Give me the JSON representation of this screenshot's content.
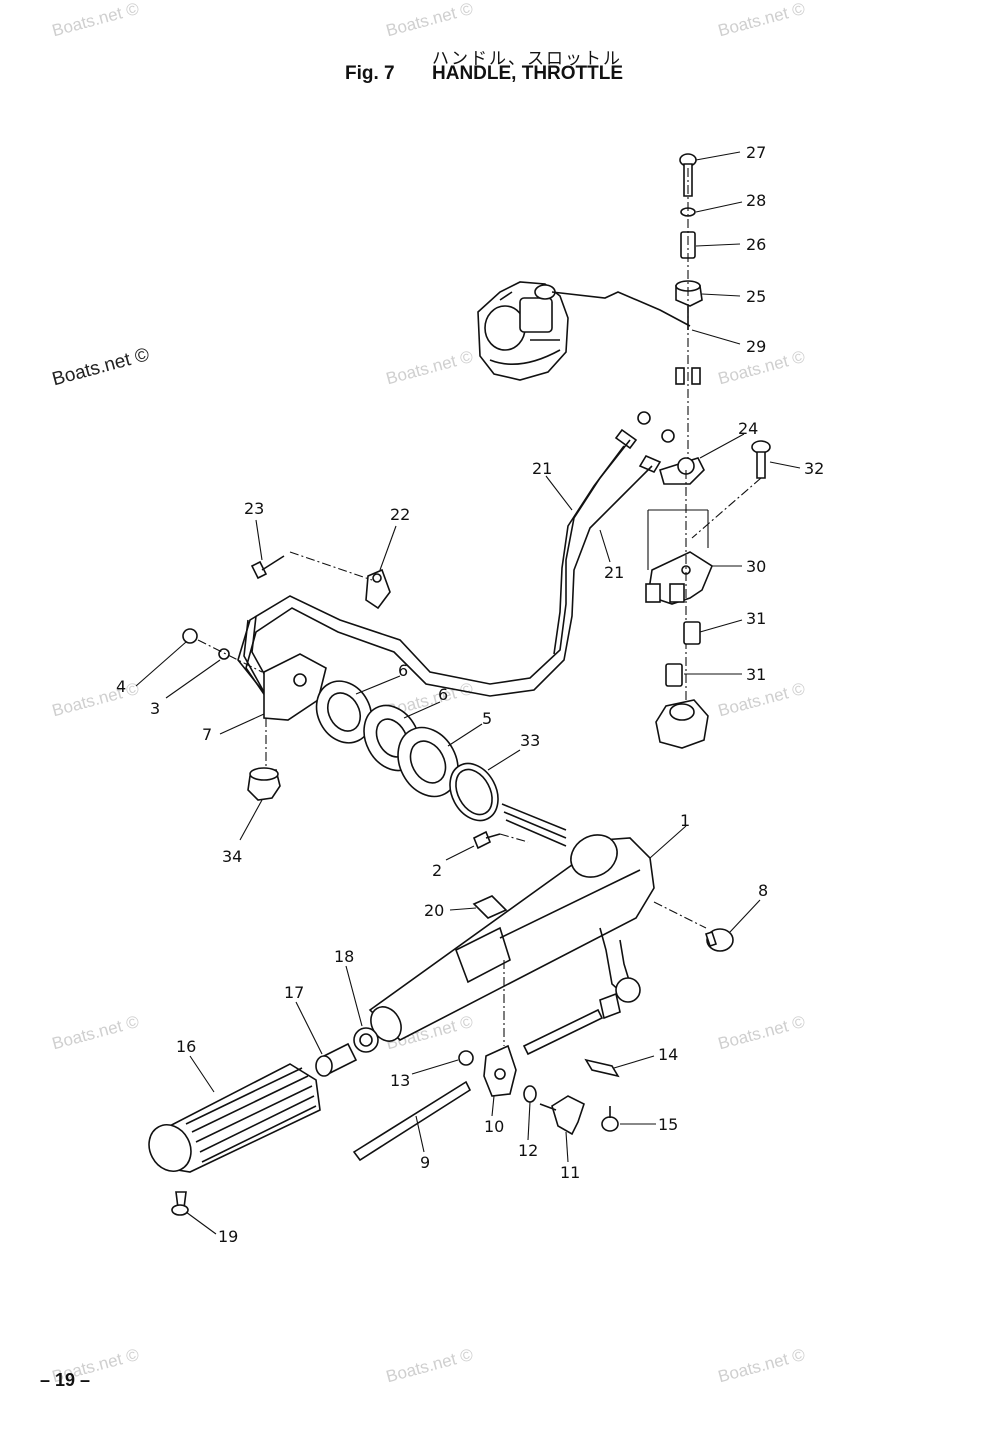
{
  "header": {
    "jp_title": "ハンドル、スロットル",
    "fig_label": "Fig. 7",
    "fig_title": "HANDLE, THROTTLE"
  },
  "watermark": "Boats.net ©",
  "page_number": "– 19 –",
  "callouts": [
    {
      "id": "c1",
      "text": "1"
    },
    {
      "id": "c2",
      "text": "2"
    },
    {
      "id": "c3",
      "text": "3"
    },
    {
      "id": "c4",
      "text": "4"
    },
    {
      "id": "c5",
      "text": "5"
    },
    {
      "id": "c6a",
      "text": "6"
    },
    {
      "id": "c6b",
      "text": "6"
    },
    {
      "id": "c7",
      "text": "7"
    },
    {
      "id": "c8",
      "text": "8"
    },
    {
      "id": "c9",
      "text": "9"
    },
    {
      "id": "c10",
      "text": "10"
    },
    {
      "id": "c11",
      "text": "11"
    },
    {
      "id": "c12",
      "text": "12"
    },
    {
      "id": "c13",
      "text": "13"
    },
    {
      "id": "c14",
      "text": "14"
    },
    {
      "id": "c15",
      "text": "15"
    },
    {
      "id": "c16",
      "text": "16"
    },
    {
      "id": "c17",
      "text": "17"
    },
    {
      "id": "c18",
      "text": "18"
    },
    {
      "id": "c19",
      "text": "19"
    },
    {
      "id": "c20",
      "text": "20"
    },
    {
      "id": "c21a",
      "text": "21"
    },
    {
      "id": "c21b",
      "text": "21"
    },
    {
      "id": "c22",
      "text": "22"
    },
    {
      "id": "c23",
      "text": "23"
    },
    {
      "id": "c24",
      "text": "24"
    },
    {
      "id": "c25",
      "text": "25"
    },
    {
      "id": "c26",
      "text": "26"
    },
    {
      "id": "c27",
      "text": "27"
    },
    {
      "id": "c28",
      "text": "28"
    },
    {
      "id": "c29",
      "text": "29"
    },
    {
      "id": "c30",
      "text": "30"
    },
    {
      "id": "c31a",
      "text": "31"
    },
    {
      "id": "c31b",
      "text": "31"
    },
    {
      "id": "c32",
      "text": "32"
    },
    {
      "id": "c33",
      "text": "33"
    },
    {
      "id": "c34",
      "text": "34"
    }
  ]
}
